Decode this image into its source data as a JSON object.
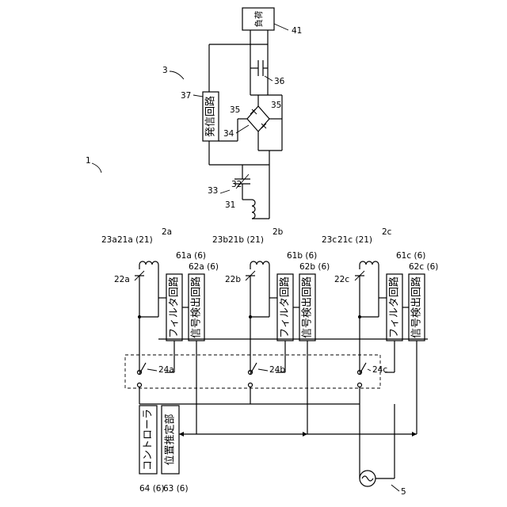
{
  "labels": {
    "load": "負荷",
    "ref_load": "41",
    "ref_receiver": "3",
    "osc": "発信回路",
    "ref_osc": "37",
    "ref_cap36": "36",
    "ref_diode35a": "35",
    "ref_diode35b": "35",
    "ref_bridge": "34",
    "ref_32": "32",
    "ref_33": "33",
    "ref_31": "31",
    "ref_system": "1",
    "ref_23a": "23a",
    "ref_21a": "21a (21)",
    "ref_2a": "2a",
    "ref_22a": "22a",
    "ref_61a": "61a (6)",
    "ref_62a": "62a (6)",
    "filter_a": "フィルタ回路",
    "sig_a": "信号検出回路",
    "ref_24a": "24a",
    "ref_23b": "23b",
    "ref_21b": "21b (21)",
    "ref_2b": "2b",
    "ref_22b": "22b",
    "ref_61b": "61b (6)",
    "ref_62b": "62b (6)",
    "filter_b": "フィルタ回路",
    "sig_b": "信号検出回路",
    "ref_24b": "24b",
    "ref_23c": "23c",
    "ref_21c": "21c (21)",
    "ref_2c": "2c",
    "ref_22c": "22c",
    "ref_61c": "61c (6)",
    "ref_62c": "62c (6)",
    "filter_c": "フィルタ回路",
    "sig_c": "信号検出回路",
    "ref_24c": "24c",
    "controller": "コントローラ",
    "position": "位置推定部",
    "ref_64": "64 (6)",
    "ref_63": "63 (6)",
    "ref_5": "5"
  }
}
